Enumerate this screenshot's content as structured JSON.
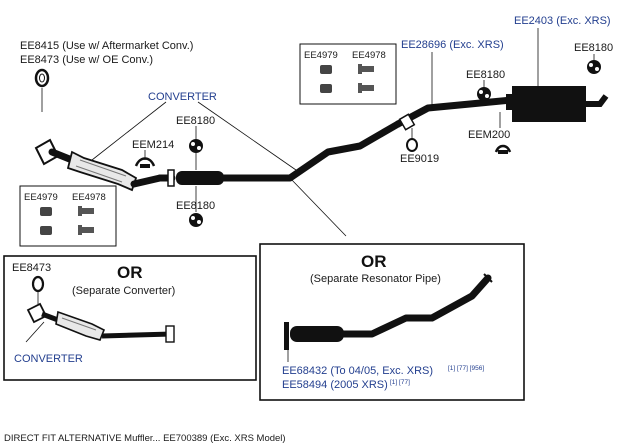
{
  "labels": {
    "ee8415": "EE8415 (Use w/ Aftermarket Conv.)",
    "ee8473_oe": "EE8473 (Use w/ OE Conv.)",
    "converter_top": "CONVERTER",
    "eem214": "EEM214",
    "ee8180_upper": "EE8180",
    "ee8180_lower": "EE8180",
    "ee28696": "EE28696 (Exc. XRS)",
    "ee2403": "EE2403 (Exc. XRS)",
    "ee8180_right": "EE8180",
    "ee8180_mid": "EE8180",
    "eem200": "EEM200",
    "ee9019": "EE9019",
    "box_top_a": "EE4979",
    "box_top_b": "EE4978",
    "box_left_a": "EE4979",
    "box_left_b": "EE4978",
    "or_left": "OR",
    "ee8473_alt": "EE8473",
    "sep_converter": "(Separate Converter)",
    "converter_bottom": "CONVERTER",
    "or_right": "OR",
    "sep_resonator": "(Separate Resonator Pipe)",
    "ee68432": "EE68432 (To 04/05, Exc. XRS)",
    "ee68432_refs": "[1] [77] [956]",
    "ee58494": "EE58494 (2005 XRS)",
    "ee58494_refs": "[1] [77]",
    "caption": "DIRECT FIT ALTERNATIVE Muffler... EE700389 (Exc. XRS Model)"
  },
  "colors": {
    "line": "#111111",
    "label_blue": "#233f8f",
    "background": "#ffffff"
  },
  "icons": [
    "gasket-ring-icon",
    "hanger-icon",
    "clamp-icon",
    "bolt-icon",
    "spring-icon"
  ]
}
